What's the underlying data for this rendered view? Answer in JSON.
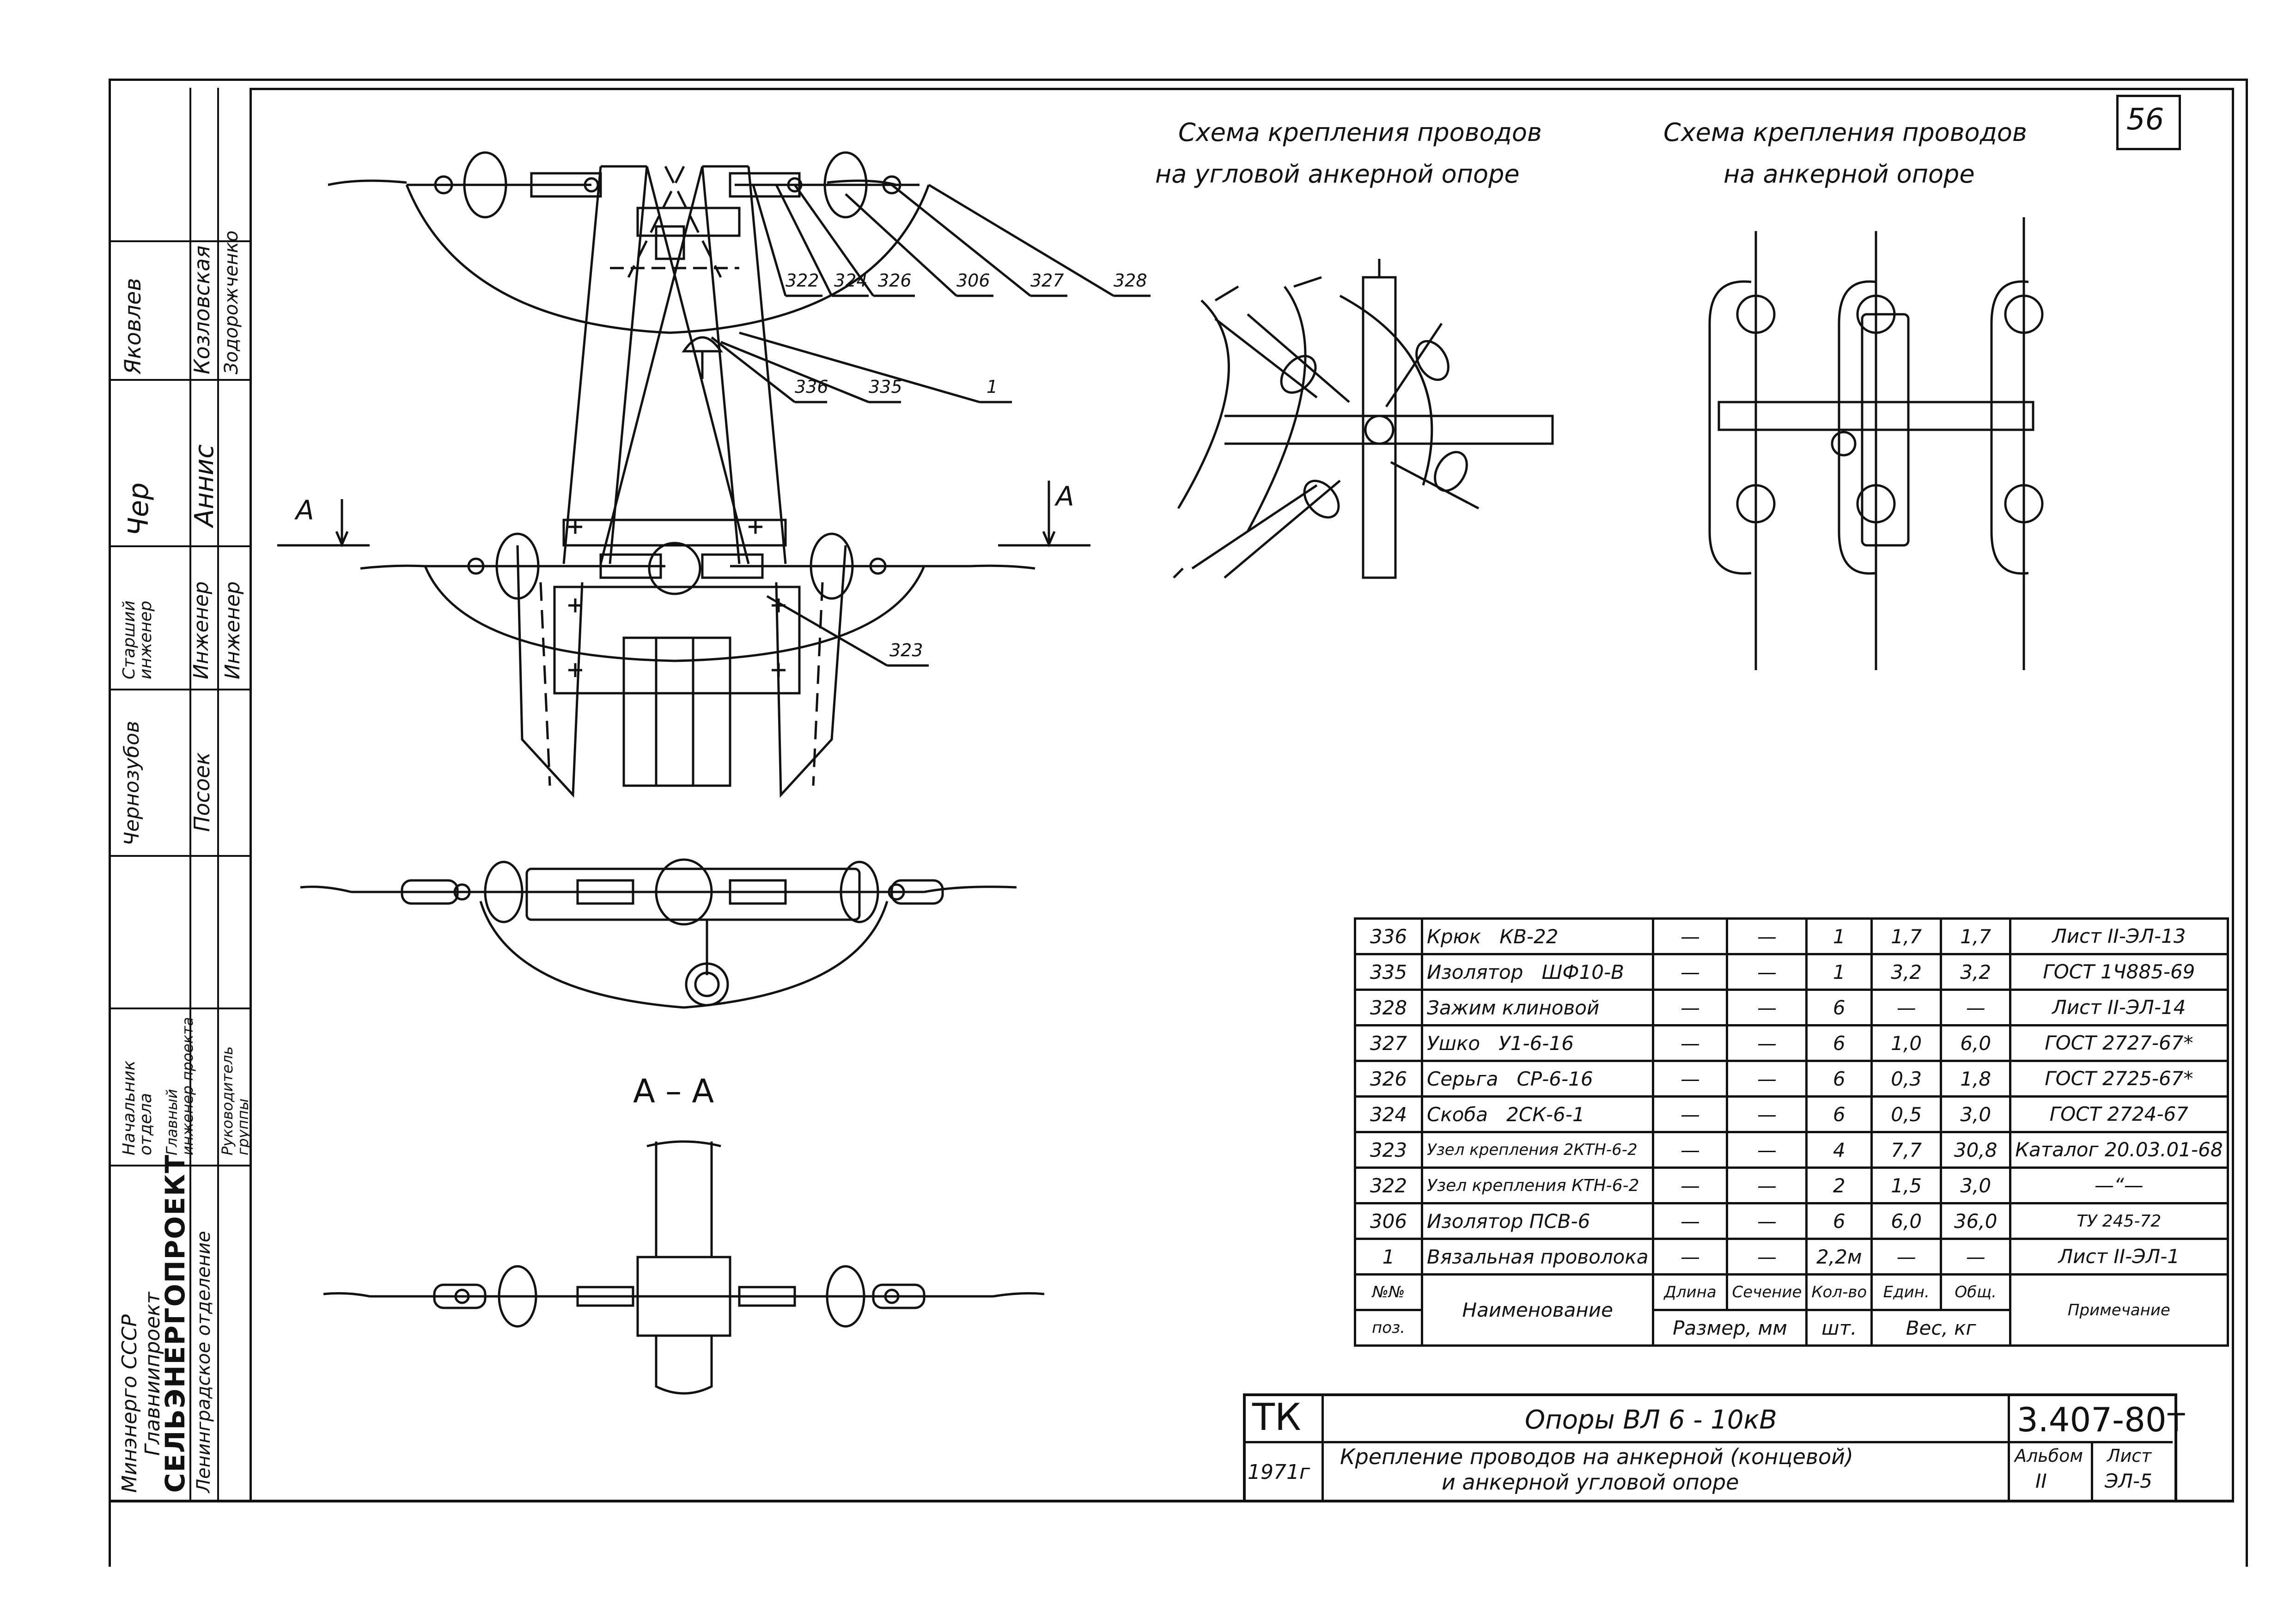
{
  "sheet_number": "56",
  "schemes": {
    "angle_title_1": "Схема крепления проводов",
    "angle_title_2": "на угловой анкерной опоре",
    "anchor_title_1": "Схема крепления проводов",
    "anchor_title_2": "на анкерной опоре"
  },
  "callouts": [
    "322",
    "324",
    "326",
    "306",
    "327",
    "328",
    "336",
    "335",
    "1",
    "323"
  ],
  "section_marks": {
    "left": "А",
    "right": "А",
    "section": "А – А"
  },
  "side_block": {
    "ministry": "Минэнерго СССР",
    "org": "Главниипроект",
    "brand": "СЕЛЬЭНЕРГОПРОЕКТ",
    "branch": "Ленинградское отделение",
    "roles": [
      "Начальник отдела",
      "Главный инженер проекта",
      "Руководитель группы",
      "Старший инженер",
      "Инженер",
      "Инженер"
    ],
    "names": [
      "Чернозубов",
      "Яковлев",
      "Козловская",
      "Посоек",
      "Зодорожченко"
    ],
    "signature_1": "Чеp",
    "signature_2": "Аннис"
  },
  "spec_table": {
    "rows": [
      {
        "pos": "336",
        "name": "Крюк",
        "type": "КВ-22",
        "length": "—",
        "section": "—",
        "qty": "1",
        "unit": "1,7",
        "total": "1,7",
        "note": "Лист II-ЭЛ-13"
      },
      {
        "pos": "335",
        "name": "Изолятор",
        "type": "ШФ10-В",
        "length": "—",
        "section": "—",
        "qty": "1",
        "unit": "3,2",
        "total": "3,2",
        "note": "ГОСТ 1Ч885-69"
      },
      {
        "pos": "328",
        "name": "Зажим клиновой",
        "type": "",
        "length": "—",
        "section": "—",
        "qty": "6",
        "unit": "—",
        "total": "—",
        "note": "Лист II-ЭЛ-14"
      },
      {
        "pos": "327",
        "name": "Ушко",
        "type": "У1-6-16",
        "length": "—",
        "section": "—",
        "qty": "6",
        "unit": "1,0",
        "total": "6,0",
        "note": "ГОСТ 2727-67*"
      },
      {
        "pos": "326",
        "name": "Серьга",
        "type": "СР-6-16",
        "length": "—",
        "section": "—",
        "qty": "6",
        "unit": "0,3",
        "total": "1,8",
        "note": "ГОСТ 2725-67*"
      },
      {
        "pos": "324",
        "name": "Скоба",
        "type": "2СК-6-1",
        "length": "—",
        "section": "—",
        "qty": "6",
        "unit": "0,5",
        "total": "3,0",
        "note": "ГОСТ 2724-67"
      },
      {
        "pos": "323",
        "name": "Узел крепления 2КТН-6-2",
        "type": "",
        "length": "—",
        "section": "—",
        "qty": "4",
        "unit": "7,7",
        "total": "30,8",
        "note": "Каталог 20.03.01-68"
      },
      {
        "pos": "322",
        "name": "Узел крепления КТН-6-2",
        "type": "",
        "length": "—",
        "section": "—",
        "qty": "2",
        "unit": "1,5",
        "total": "3,0",
        "note": "—“—"
      },
      {
        "pos": "306",
        "name": "Изолятор ПСВ-6",
        "type": "",
        "length": "—",
        "section": "—",
        "qty": "6",
        "unit": "6,0",
        "total": "36,0",
        "note": "ТУ 245-72"
      },
      {
        "pos": "1",
        "name": "Вязальная проволока",
        "type": "",
        "length": "—",
        "section": "—",
        "qty": "2,2м",
        "unit": "—",
        "total": "—",
        "note": "Лист II-ЭЛ-1"
      }
    ],
    "header": {
      "pos_1": "№№",
      "pos_2": "поз.",
      "name": "Наименование",
      "length": "Длина",
      "section": "Сечение",
      "size": "Размер, мм",
      "qty": "Кол-во",
      "qty_unit": "шт.",
      "unit": "Един.",
      "total": "Общ.",
      "weight": "Вес, кг",
      "note": "Примечание"
    }
  },
  "title_block": {
    "tk": "ТК",
    "year": "1971г",
    "title": "Опоры ВЛ 6 - 10кВ",
    "subtitle_1": "Крепление проводов на анкерной (концевой)",
    "subtitle_2": "и анкерной угловой опоре",
    "code": "3.407-80т",
    "album_label": "Альбом",
    "album": "II",
    "sheet_label": "Лист",
    "sheet": "ЭЛ-5"
  }
}
